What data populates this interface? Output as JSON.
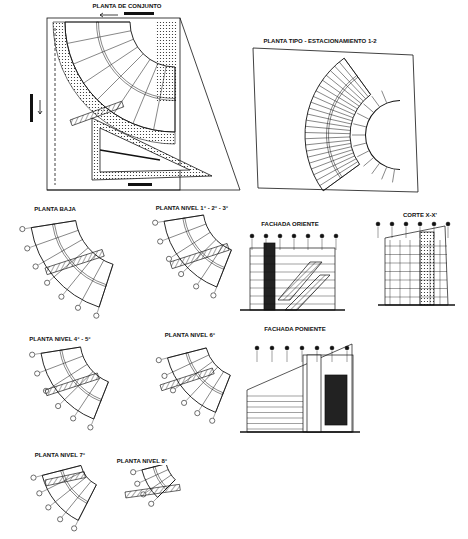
{
  "diagram": {
    "labels": [
      "PLANTA DE CONJUNTO",
      "PLANTA TIPO - ESTACIONAMIENTO 1-2",
      "PLANTA BAJA",
      "PLANTA NIVEL 1° - 2° - 3°",
      "FACHADA ORIENTE",
      "CORTE X-X'",
      "PLANTA NIVEL 4° - 5°",
      "PLANTA NIVEL 6°",
      "FACHADA PONIENTE",
      "PLANTA NIVEL 7°",
      "PLANTA NIVEL 8°"
    ]
  }
}
